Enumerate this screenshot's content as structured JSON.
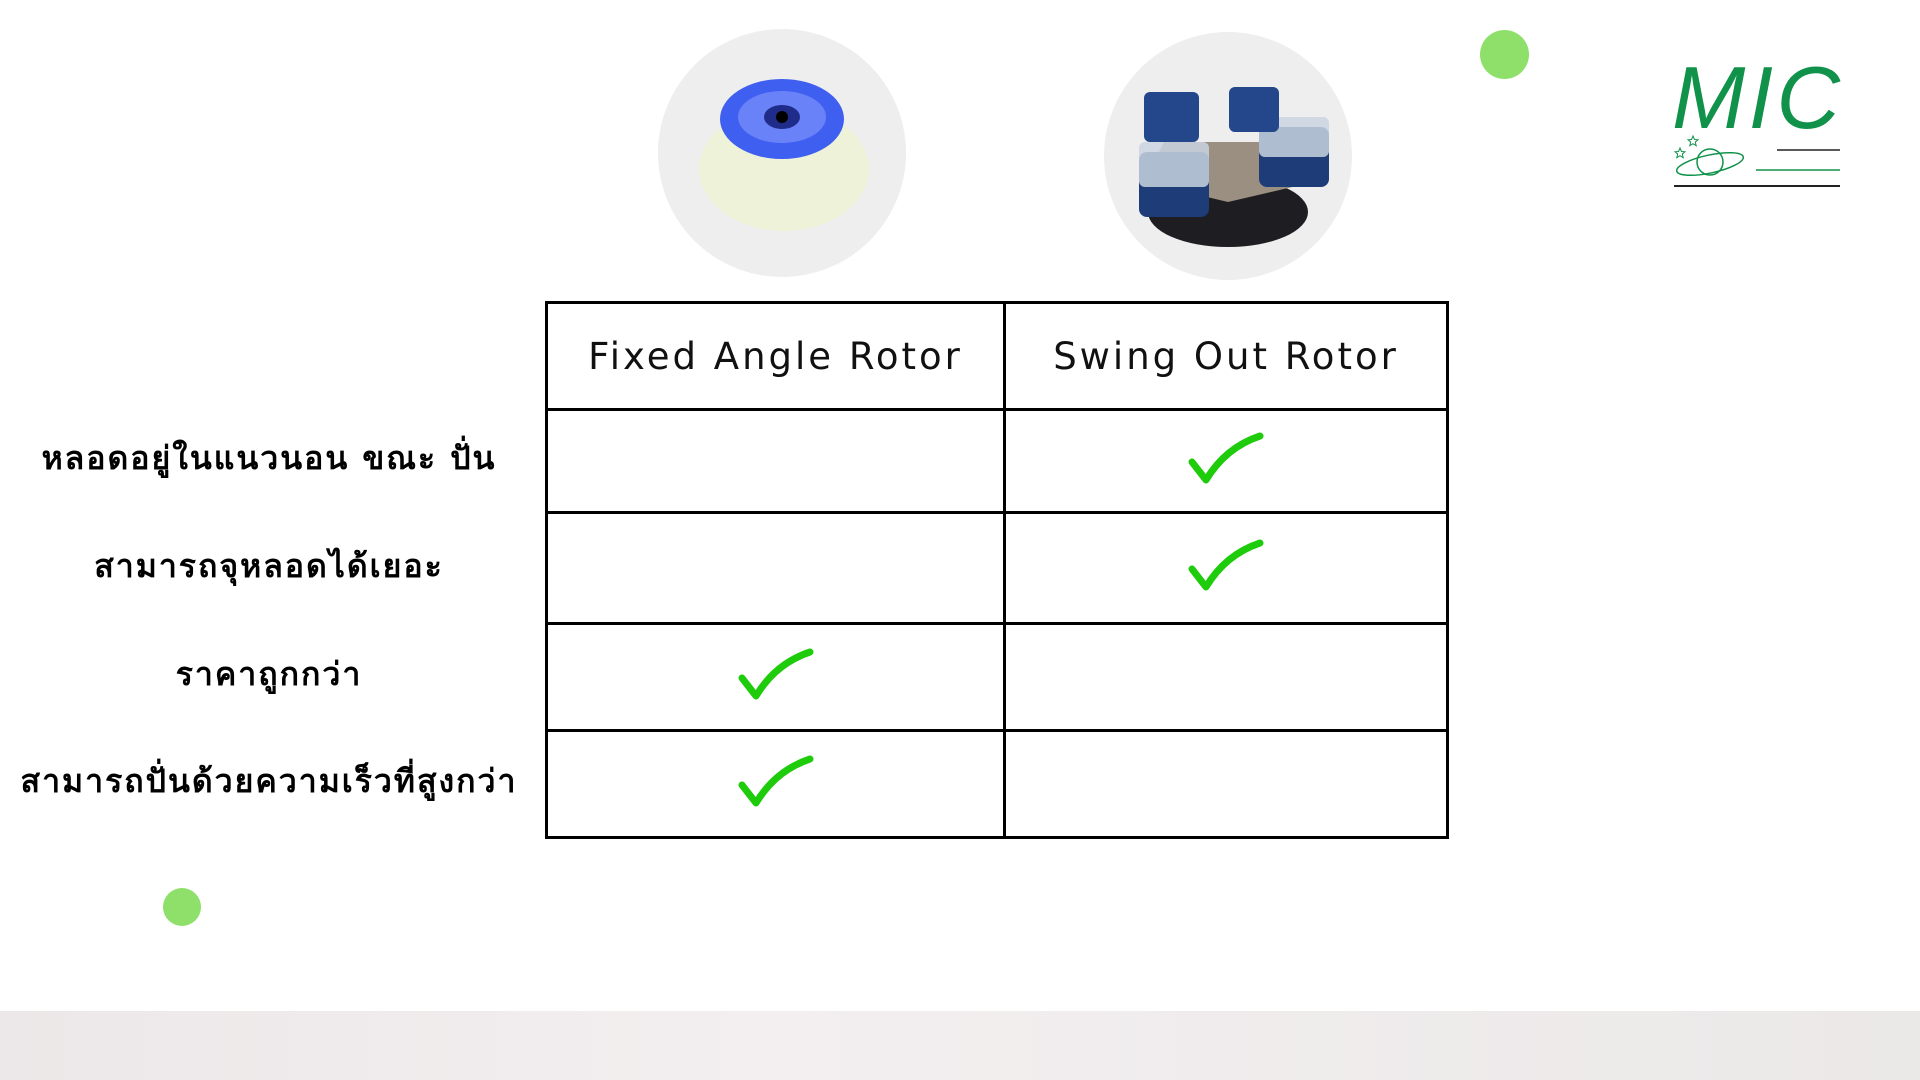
{
  "logo": {
    "text": "MIC"
  },
  "colors": {
    "accent_green": "#1fcc0c",
    "dot_green": "#8ee06a",
    "logo_green": "#10924a"
  },
  "table": {
    "columns": [
      "Fixed Angle Rotor",
      "Swing Out Rotor"
    ],
    "rows": [
      {
        "label": "หลอดอยู่ในแนวนอน ขณะ ปั่น",
        "fixed_angle": false,
        "swing_out": true
      },
      {
        "label": "สามารถจุหลอดได้เยอะ",
        "fixed_angle": false,
        "swing_out": true
      },
      {
        "label": "ราคาถูกกว่า",
        "fixed_angle": true,
        "swing_out": false
      },
      {
        "label": "สามารถปั่นด้วยความเร็วที่สูงกว่า",
        "fixed_angle": true,
        "swing_out": false
      }
    ]
  }
}
